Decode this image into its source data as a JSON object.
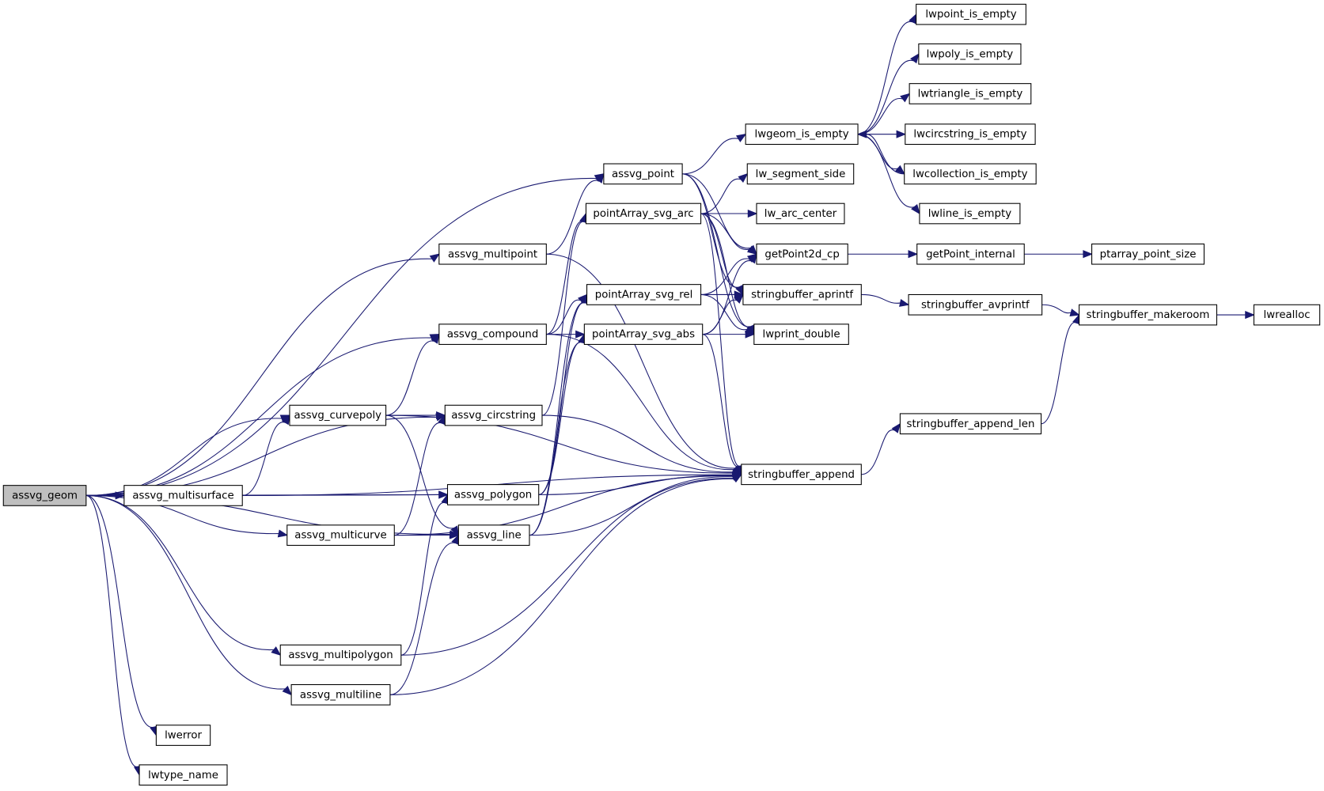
{
  "title": "assvg_geom call graph",
  "colors": {
    "edge": "#191970",
    "node_border": "#000000",
    "root_fill": "#bfbfbf",
    "node_fill": "#ffffff"
  },
  "nodes": [
    {
      "id": "assvg_geom",
      "label": "assvg_geom",
      "root": true
    },
    {
      "id": "assvg_multisurface",
      "label": "assvg_multisurface"
    },
    {
      "id": "assvg_point",
      "label": "assvg_point"
    },
    {
      "id": "assvg_multipoint",
      "label": "assvg_multipoint"
    },
    {
      "id": "assvg_compound",
      "label": "assvg_compound"
    },
    {
      "id": "assvg_curvepoly",
      "label": "assvg_curvepoly"
    },
    {
      "id": "assvg_circstring",
      "label": "assvg_circstring"
    },
    {
      "id": "assvg_polygon",
      "label": "assvg_polygon"
    },
    {
      "id": "assvg_line",
      "label": "assvg_line"
    },
    {
      "id": "assvg_multicurve",
      "label": "assvg_multicurve"
    },
    {
      "id": "assvg_multipolygon",
      "label": "assvg_multipolygon"
    },
    {
      "id": "assvg_multiline",
      "label": "assvg_multiline"
    },
    {
      "id": "lwerror",
      "label": "lwerror"
    },
    {
      "id": "lwtype_name",
      "label": "lwtype_name"
    },
    {
      "id": "pointArray_svg_arc",
      "label": "pointArray_svg_arc"
    },
    {
      "id": "pointArray_svg_rel",
      "label": "pointArray_svg_rel"
    },
    {
      "id": "pointArray_svg_abs",
      "label": "pointArray_svg_abs"
    },
    {
      "id": "lw_segment_side",
      "label": "lw_segment_side"
    },
    {
      "id": "lw_arc_center",
      "label": "lw_arc_center"
    },
    {
      "id": "getPoint2d_cp",
      "label": "getPoint2d_cp"
    },
    {
      "id": "stringbuffer_aprintf",
      "label": "stringbuffer_aprintf"
    },
    {
      "id": "lwprint_double",
      "label": "lwprint_double"
    },
    {
      "id": "stringbuffer_append",
      "label": "stringbuffer_append"
    },
    {
      "id": "lwgeom_is_empty",
      "label": "lwgeom_is_empty"
    },
    {
      "id": "lwpoint_is_empty",
      "label": "lwpoint_is_empty"
    },
    {
      "id": "lwpoly_is_empty",
      "label": "lwpoly_is_empty"
    },
    {
      "id": "lwtriangle_is_empty",
      "label": "lwtriangle_is_empty"
    },
    {
      "id": "lwcircstring_is_empty",
      "label": "lwcircstring_is_empty"
    },
    {
      "id": "lwcollection_is_empty",
      "label": "lwcollection_is_empty"
    },
    {
      "id": "lwline_is_empty",
      "label": "lwline_is_empty"
    },
    {
      "id": "getPoint_internal",
      "label": "getPoint_internal"
    },
    {
      "id": "ptarray_point_size",
      "label": "ptarray_point_size"
    },
    {
      "id": "stringbuffer_avprintf",
      "label": "stringbuffer_avprintf"
    },
    {
      "id": "stringbuffer_makeroom",
      "label": "stringbuffer_makeroom"
    },
    {
      "id": "lwrealloc",
      "label": "lwrealloc"
    },
    {
      "id": "stringbuffer_append_len",
      "label": "stringbuffer_append_len"
    }
  ],
  "edges": [
    [
      "assvg_geom",
      "assvg_point"
    ],
    [
      "assvg_geom",
      "assvg_multipoint"
    ],
    [
      "assvg_geom",
      "assvg_compound"
    ],
    [
      "assvg_geom",
      "assvg_circstring"
    ],
    [
      "assvg_geom",
      "assvg_curvepoly"
    ],
    [
      "assvg_geom",
      "assvg_polygon"
    ],
    [
      "assvg_geom",
      "assvg_multisurface"
    ],
    [
      "assvg_geom",
      "assvg_multicurve"
    ],
    [
      "assvg_geom",
      "assvg_line"
    ],
    [
      "assvg_geom",
      "assvg_multipolygon"
    ],
    [
      "assvg_geom",
      "assvg_multiline"
    ],
    [
      "assvg_geom",
      "lwerror"
    ],
    [
      "assvg_geom",
      "lwtype_name"
    ],
    [
      "assvg_multisurface",
      "assvg_curvepoly"
    ],
    [
      "assvg_multisurface",
      "assvg_polygon"
    ],
    [
      "assvg_multisurface",
      "stringbuffer_append"
    ],
    [
      "assvg_point",
      "lwgeom_is_empty"
    ],
    [
      "assvg_point",
      "getPoint2d_cp"
    ],
    [
      "assvg_point",
      "stringbuffer_aprintf"
    ],
    [
      "assvg_point",
      "lwprint_double"
    ],
    [
      "assvg_multipoint",
      "assvg_point"
    ],
    [
      "assvg_multipoint",
      "stringbuffer_append"
    ],
    [
      "assvg_compound",
      "pointArray_svg_arc"
    ],
    [
      "assvg_compound",
      "pointArray_svg_rel"
    ],
    [
      "assvg_compound",
      "pointArray_svg_abs"
    ],
    [
      "assvg_compound",
      "stringbuffer_append"
    ],
    [
      "assvg_curvepoly",
      "assvg_compound"
    ],
    [
      "assvg_curvepoly",
      "assvg_circstring"
    ],
    [
      "assvg_curvepoly",
      "assvg_line"
    ],
    [
      "assvg_curvepoly",
      "stringbuffer_append"
    ],
    [
      "assvg_circstring",
      "pointArray_svg_arc"
    ],
    [
      "assvg_circstring",
      "stringbuffer_append"
    ],
    [
      "assvg_polygon",
      "pointArray_svg_rel"
    ],
    [
      "assvg_polygon",
      "pointArray_svg_abs"
    ],
    [
      "assvg_polygon",
      "stringbuffer_append"
    ],
    [
      "assvg_line",
      "pointArray_svg_rel"
    ],
    [
      "assvg_line",
      "pointArray_svg_abs"
    ],
    [
      "assvg_line",
      "stringbuffer_append"
    ],
    [
      "assvg_multicurve",
      "assvg_circstring"
    ],
    [
      "assvg_multicurve",
      "assvg_line"
    ],
    [
      "assvg_multicurve",
      "stringbuffer_append"
    ],
    [
      "assvg_multipolygon",
      "assvg_polygon"
    ],
    [
      "assvg_multipolygon",
      "stringbuffer_append"
    ],
    [
      "assvg_multiline",
      "assvg_line"
    ],
    [
      "assvg_multiline",
      "stringbuffer_append"
    ],
    [
      "pointArray_svg_arc",
      "lw_segment_side"
    ],
    [
      "pointArray_svg_arc",
      "lw_arc_center"
    ],
    [
      "pointArray_svg_arc",
      "getPoint2d_cp"
    ],
    [
      "pointArray_svg_arc",
      "stringbuffer_aprintf"
    ],
    [
      "pointArray_svg_arc",
      "lwprint_double"
    ],
    [
      "pointArray_svg_arc",
      "stringbuffer_append"
    ],
    [
      "pointArray_svg_rel",
      "getPoint2d_cp"
    ],
    [
      "pointArray_svg_rel",
      "stringbuffer_aprintf"
    ],
    [
      "pointArray_svg_rel",
      "lwprint_double"
    ],
    [
      "pointArray_svg_abs",
      "getPoint2d_cp"
    ],
    [
      "pointArray_svg_abs",
      "stringbuffer_aprintf"
    ],
    [
      "pointArray_svg_abs",
      "lwprint_double"
    ],
    [
      "pointArray_svg_abs",
      "stringbuffer_append"
    ],
    [
      "getPoint2d_cp",
      "getPoint_internal"
    ],
    [
      "getPoint_internal",
      "ptarray_point_size"
    ],
    [
      "stringbuffer_aprintf",
      "stringbuffer_avprintf"
    ],
    [
      "stringbuffer_avprintf",
      "stringbuffer_makeroom"
    ],
    [
      "stringbuffer_makeroom",
      "lwrealloc"
    ],
    [
      "stringbuffer_append",
      "stringbuffer_append_len"
    ],
    [
      "stringbuffer_append_len",
      "stringbuffer_makeroom"
    ],
    [
      "lwgeom_is_empty",
      "lwpoint_is_empty"
    ],
    [
      "lwgeom_is_empty",
      "lwpoly_is_empty"
    ],
    [
      "lwgeom_is_empty",
      "lwtriangle_is_empty"
    ],
    [
      "lwgeom_is_empty",
      "lwcircstring_is_empty"
    ],
    [
      "lwgeom_is_empty",
      "lwcollection_is_empty"
    ],
    [
      "lwgeom_is_empty",
      "lwline_is_empty"
    ],
    [
      "lwcollection_is_empty",
      "lwgeom_is_empty"
    ]
  ]
}
